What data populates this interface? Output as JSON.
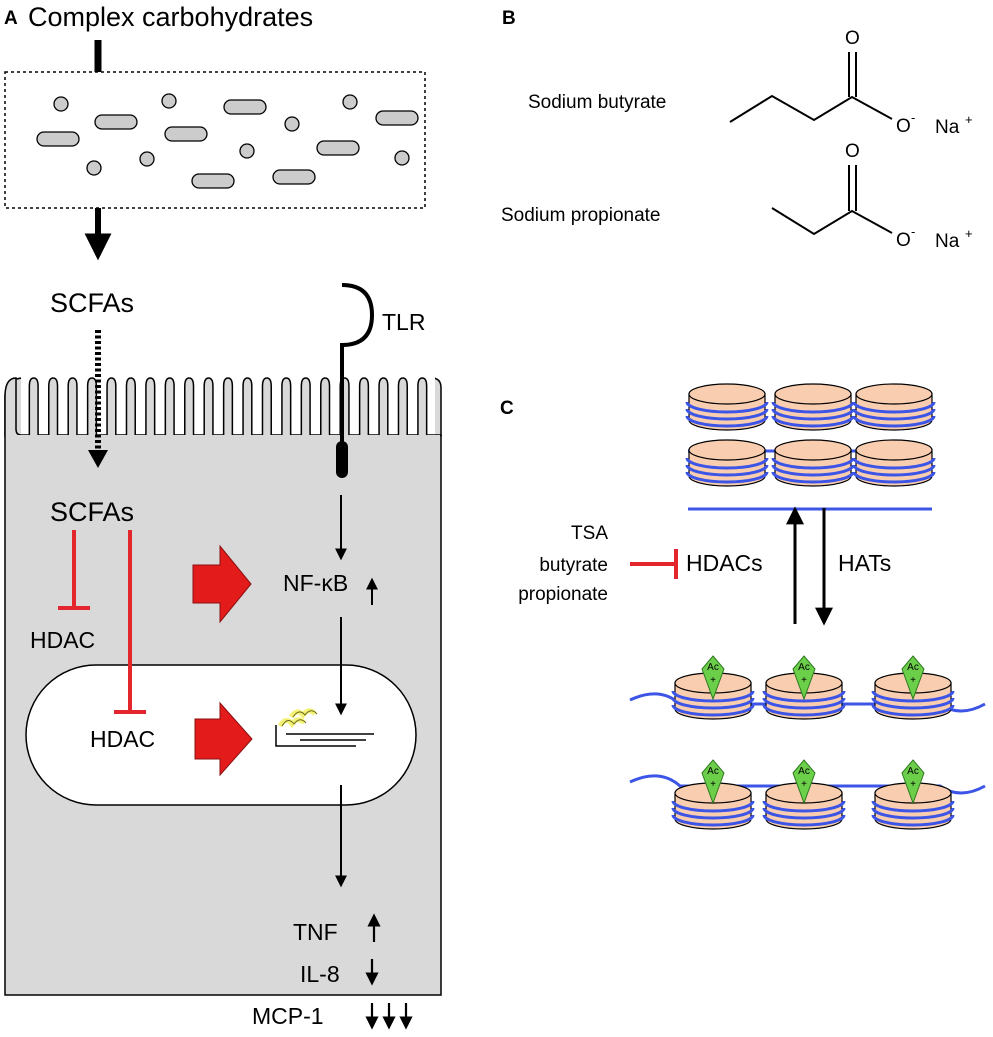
{
  "panels": {
    "a": "A",
    "b": "B",
    "c": "C"
  },
  "panel_a": {
    "complex_carbohydrates": "Complex carbohydrates",
    "scfas_outside": "SCFAs",
    "tlr": "TLR",
    "scfas_inside": "SCFAs",
    "hdac_cytoplasm": "HDAC",
    "hdac_nucleus": "HDAC",
    "nfkb": "NF-κB",
    "tnf": "TNF",
    "il8": "IL-8",
    "mcp1": "MCP-1"
  },
  "panel_b": {
    "sodium_butyrate": "Sodium butyrate",
    "sodium_propionate": "Sodium propionate",
    "oxygen": "O",
    "oxide": "O",
    "oxide_charge": "-",
    "sodium": "Na",
    "sodium_charge": "+"
  },
  "panel_c": {
    "inhibitors": [
      "TSA",
      "butyrate",
      "propionate"
    ],
    "hdacs": "HDACs",
    "hats": "HATs",
    "acetyl": "Ac",
    "acetyl_charge": "+"
  },
  "colors": {
    "cell_fill": "#d9d9d9",
    "inhibit_red": "#e3262b",
    "arrow_red": "#e31b1b",
    "histone_fill": "#f9cdb0",
    "dna_blue": "#3c55e6",
    "dna_light": "#a9a9f0",
    "acetyl_green": "#6ccf4a",
    "acetyl_stroke": "#2d7a1e",
    "mark_yellow": "#f3f277",
    "bacteria_fill": "#cccccc"
  }
}
